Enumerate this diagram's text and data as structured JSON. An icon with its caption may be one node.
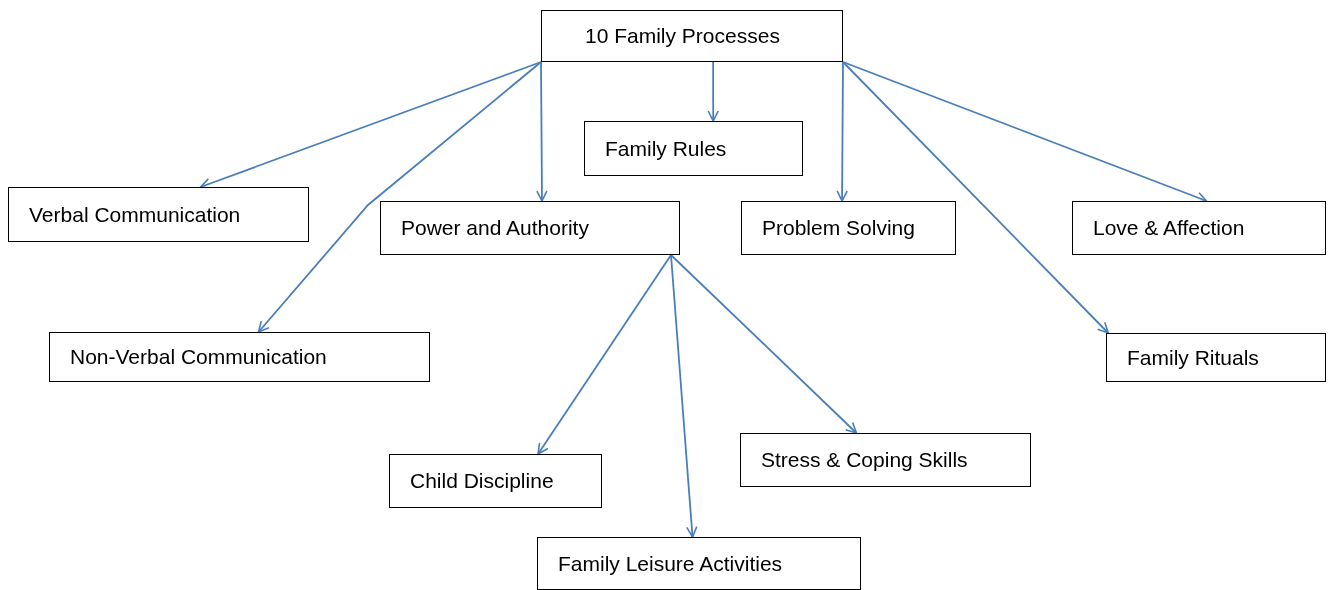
{
  "diagram": {
    "nodes": [
      {
        "text": [
          "10 Family Processes"
        ]
      },
      {
        "text": [
          "Family Rules"
        ]
      },
      {
        "text": [
          "Verbal Communication"
        ]
      },
      {
        "text": [
          "Power and Authority"
        ]
      },
      {
        "text": [
          "Problem Solving"
        ]
      },
      {
        "text": [
          "Love & Affection"
        ]
      },
      {
        "text": [
          "Non-Verbal Communication"
        ]
      },
      {
        "text": [
          "Family Rituals"
        ]
      },
      {
        "text": [
          "Child Discipline"
        ]
      },
      {
        "text": [
          "Stress & Coping Skills"
        ]
      },
      {
        "text": [
          "Family Leisure Activities"
        ]
      }
    ],
    "edges": [
      {
        "from": 0,
        "to": 2,
        "arrow": "to"
      },
      {
        "from": 0,
        "to": 6,
        "arrow": "to"
      },
      {
        "from": 0,
        "to": 3,
        "arrow": "to"
      },
      {
        "from": 0,
        "to": 1,
        "arrow": "to"
      },
      {
        "from": 0,
        "to": 4,
        "arrow": "to"
      },
      {
        "from": 0,
        "to": 5,
        "arrow": "to"
      },
      {
        "from": 0,
        "to": 7,
        "arrow": "to"
      },
      {
        "from": 3,
        "to": 8,
        "arrow": "to"
      },
      {
        "from": 3,
        "to": 10,
        "arrow": "to"
      },
      {
        "from": 3,
        "to": 9,
        "arrow": "to"
      }
    ]
  }
}
